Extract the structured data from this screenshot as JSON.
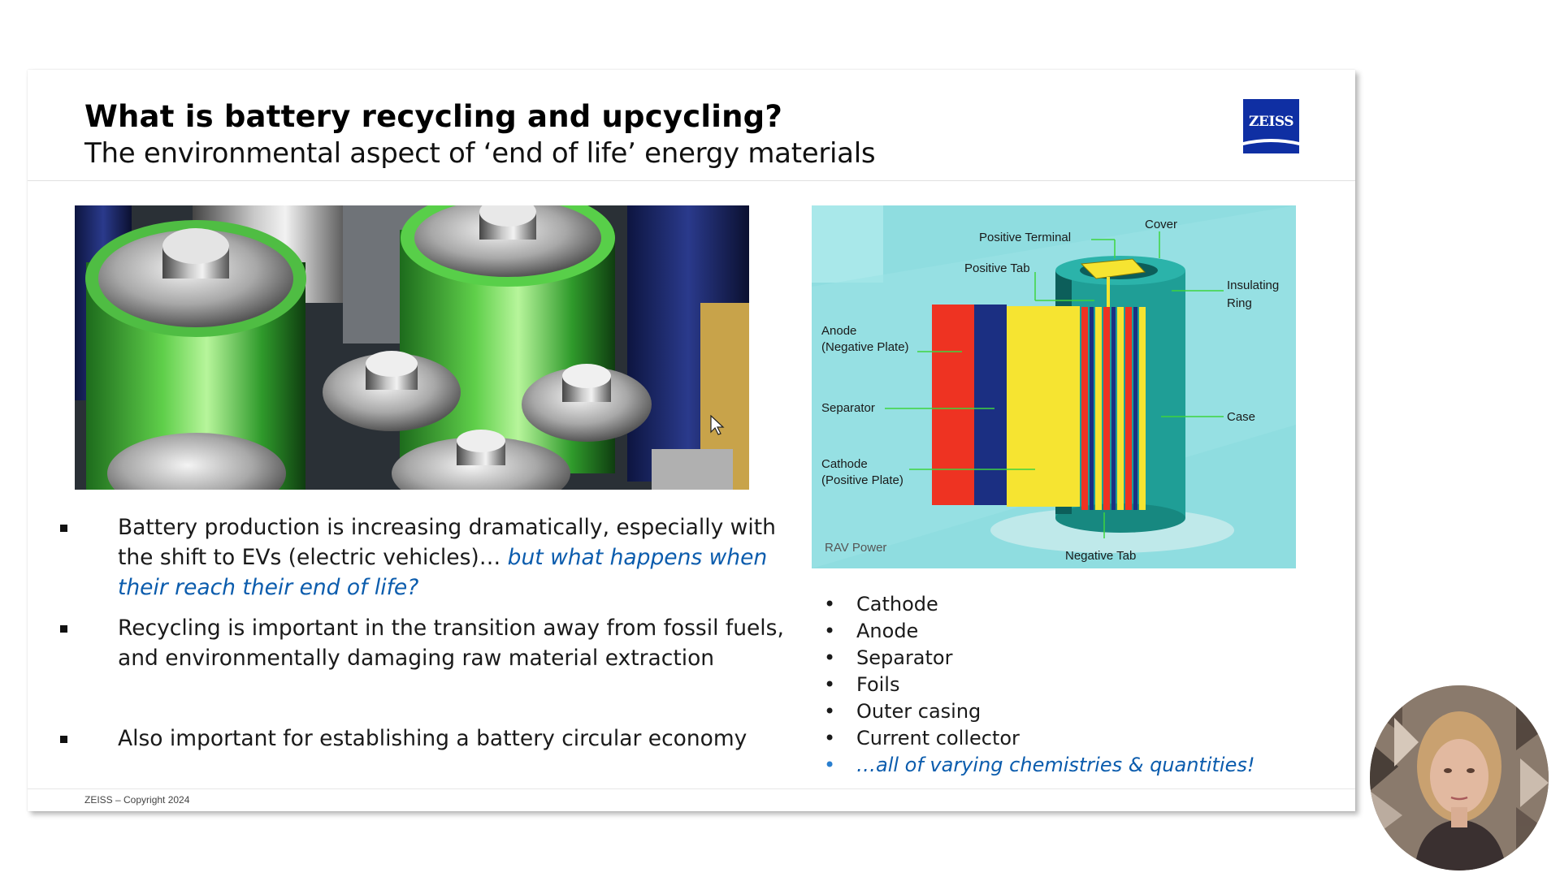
{
  "slide": {
    "title": "What is battery recycling and upcycling?",
    "subtitle": "The environmental aspect of ‘end of life’ energy materials",
    "logo_text": "ZEISS",
    "copyright": "ZEISS – Copyright 2024",
    "bullets": [
      {
        "text": "Battery production is increasing dramatically, especially with the shift to EVs (electric vehicles)… ",
        "highlight": "but what happens when their reach their end of life?"
      },
      {
        "text": "Recycling is important in the transition away from fossil fuels, and environmentally damaging raw material extraction",
        "highlight": ""
      },
      {
        "text": "Also important for establishing a battery circular economy",
        "highlight": ""
      }
    ],
    "components": [
      "Cathode",
      "Anode",
      "Separator",
      "Foils",
      "Outer casing",
      "Current collector"
    ],
    "components_note": "…all of varying chemistries & quantities!",
    "diagram": {
      "cover": "Cover",
      "positive_terminal": "Positive Terminal",
      "positive_tab": "Positive Tab",
      "insulating_ring_1": "Insulating",
      "insulating_ring_2": "Ring",
      "anode_1": "Anode",
      "anode_2": "(Negative Plate)",
      "separator": "Separator",
      "case": "Case",
      "cathode_1": "Cathode",
      "cathode_2": "(Positive Plate)",
      "negative_tab": "Negative Tab",
      "credit": "RAV Power"
    }
  },
  "colors": {
    "logo_blue": "#0f2fa3",
    "highlight_blue": "#0b5cad",
    "diagram_bg": "#8fdde0",
    "anode_red": "#ee3322",
    "separator_navy": "#1b2f82",
    "cathode_yellow": "#f6e431",
    "case_teal": "#1f9e96"
  },
  "icons": [
    "zeiss-logo",
    "mouse-cursor-icon",
    "bullet-square-icon",
    "bullet-dot-icon"
  ]
}
